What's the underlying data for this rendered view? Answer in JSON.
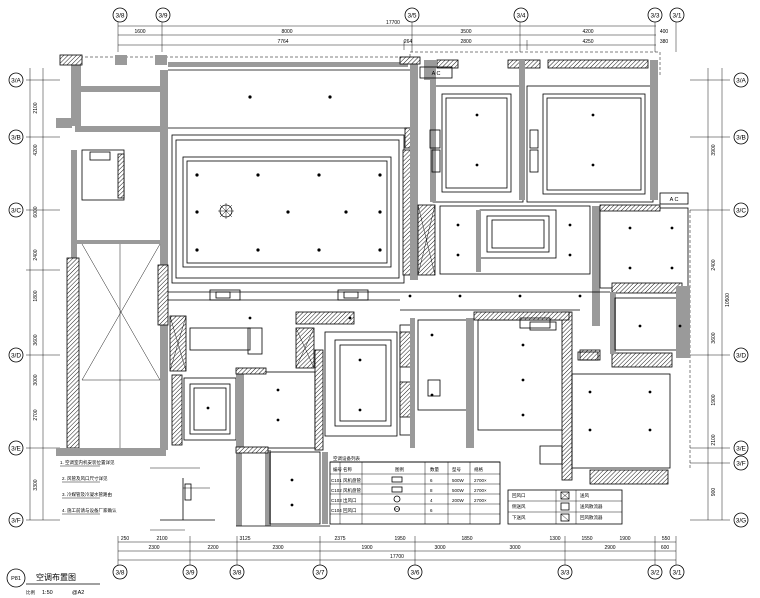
{
  "axes": {
    "top": [
      "3/8",
      "3/9",
      "3/5",
      "3/4",
      "3/3",
      "3/1"
    ],
    "bottom": [
      "3/8",
      "3/9",
      "3/8",
      "3/7",
      "3/6",
      "3/3",
      "3/2",
      "3/1"
    ],
    "left": [
      "3/A",
      "3/B",
      "3/C",
      "3/D",
      "3/E",
      "3/F"
    ],
    "right": [
      "3/A",
      "3/B",
      "3/C",
      "3/D",
      "3/E",
      "3/F",
      "3/G"
    ]
  },
  "dimensions": {
    "top_total": "17700",
    "top_row1": [
      "1600",
      "8000",
      "3500",
      "4200",
      "400"
    ],
    "top_row2": [
      "7764",
      "264",
      "2800",
      "4250",
      "380"
    ],
    "bottom_total": "17700",
    "bottom_row1": [
      "2300",
      "2200",
      "2300",
      "1900",
      "3000",
      "3000",
      "2900",
      "600"
    ],
    "bottom_row2": [
      "250",
      "2100",
      "3125",
      "2375",
      "1950",
      "1850",
      "1300",
      "1550",
      "1900",
      "550"
    ],
    "left": [
      "2100",
      "4200",
      "6000",
      "2400",
      "1800",
      "3600",
      "3000",
      "2700",
      "3300"
    ],
    "right": [
      "3900",
      "2400",
      "3600",
      "1900",
      "2100",
      "900",
      "10500"
    ]
  },
  "labels": {
    "ac1": "A C",
    "ac2": "A C"
  },
  "legend": {
    "title": "空调设备列表",
    "headers": [
      "编号",
      "名称",
      "图例",
      "数量",
      "型号",
      "规格"
    ],
    "rows": [
      [
        "C101",
        "风机盘管",
        "",
        "6",
        "500W",
        "2700×"
      ],
      [
        "C102",
        "风机盘管",
        "",
        "8",
        "500W",
        "2700×"
      ],
      [
        "C103",
        "出风口",
        "",
        "4",
        "200W",
        "2700×"
      ],
      [
        "C104",
        "回风口",
        "",
        "6",
        "",
        ""
      ]
    ]
  },
  "legend2": {
    "rows": [
      "侧送风",
      "下送风",
      "回风口"
    ],
    "right": [
      "送风",
      "送风散流器",
      "回风散流器"
    ]
  },
  "notes": [
    "1. 空调室内机安装位置详见",
    "2. 风管及风口尺寸详见",
    "3. 冷媒管及冷凝水管路由",
    "4. 施工前请与设备厂家确认"
  ],
  "title_block": {
    "badge": "P81",
    "name": "空调布置图",
    "scale_prefix": "比例",
    "scale": "1:50",
    "paper": "@A2"
  }
}
